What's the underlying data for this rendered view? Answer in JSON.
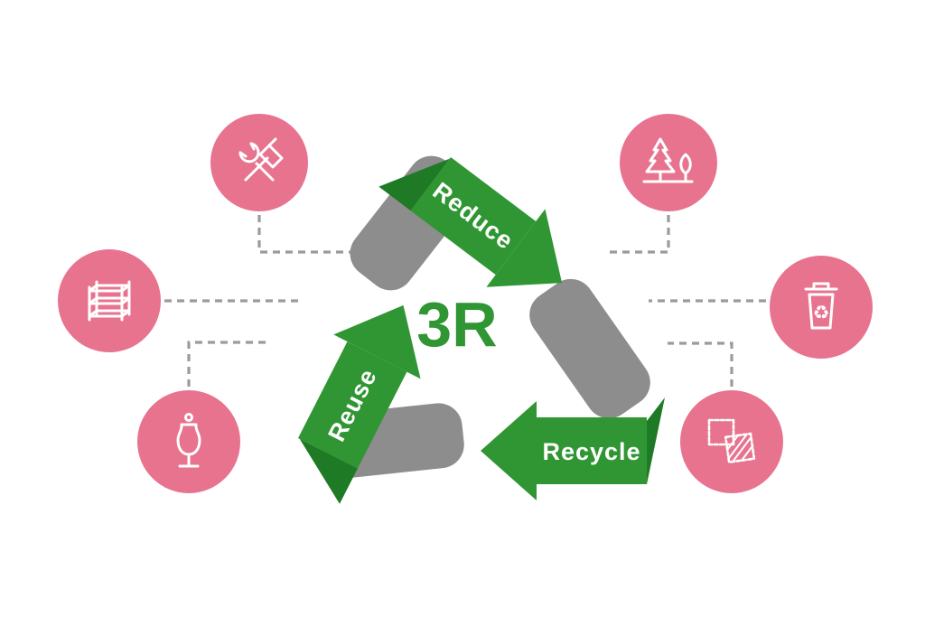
{
  "center": {
    "label": "3R"
  },
  "arrows": {
    "reduce": "Reduce",
    "reuse": "Reuse",
    "recycle": "Recycle"
  },
  "icons": {
    "top_left": "tools-icon",
    "top_right": "trees-icon",
    "mid_left": "shelf-rack-icon",
    "mid_right": "trash-bin-icon",
    "bottom_left": "mannequin-icon",
    "bottom_right": "fabric-swatches-icon",
    "trash_glyph": "♻"
  },
  "colors": {
    "green": "#2f9633",
    "green_dark": "#1e7a24",
    "pink": "#e8738f",
    "gray": "#8d8d8d",
    "dash_gray": "#9b9b9b",
    "icon_stroke": "#ffffff",
    "background": "#ffffff"
  }
}
